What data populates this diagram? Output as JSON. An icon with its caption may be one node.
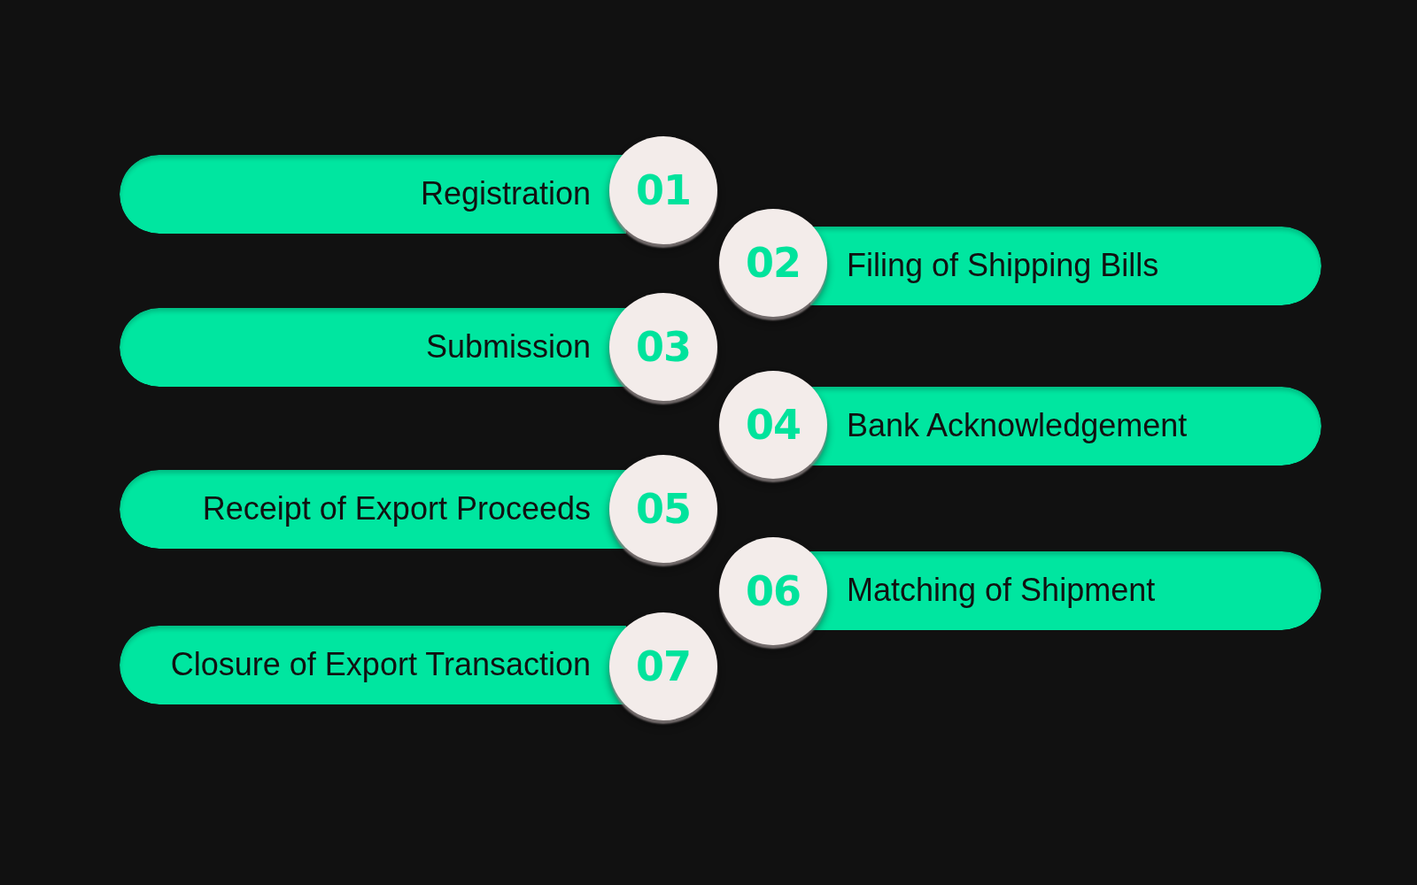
{
  "diagram": {
    "nodes": [
      {
        "text": [
          "01"
        ]
      },
      {
        "text": [
          "Registration"
        ]
      },
      {
        "text": [
          "02"
        ]
      },
      {
        "text": [
          "Filing of Shipping Bills"
        ]
      },
      {
        "text": [
          "03"
        ]
      },
      {
        "text": [
          "Submission"
        ]
      },
      {
        "text": [
          "04"
        ]
      },
      {
        "text": [
          "Bank Acknowledgement"
        ]
      },
      {
        "text": [
          "05"
        ]
      },
      {
        "text": [
          "Receipt of Export Proceeds"
        ]
      },
      {
        "text": [
          "06"
        ]
      },
      {
        "text": [
          "Matching of Shipment"
        ]
      },
      {
        "text": [
          "07"
        ]
      },
      {
        "text": [
          "Closure of Export Transaction"
        ]
      }
    ]
  }
}
